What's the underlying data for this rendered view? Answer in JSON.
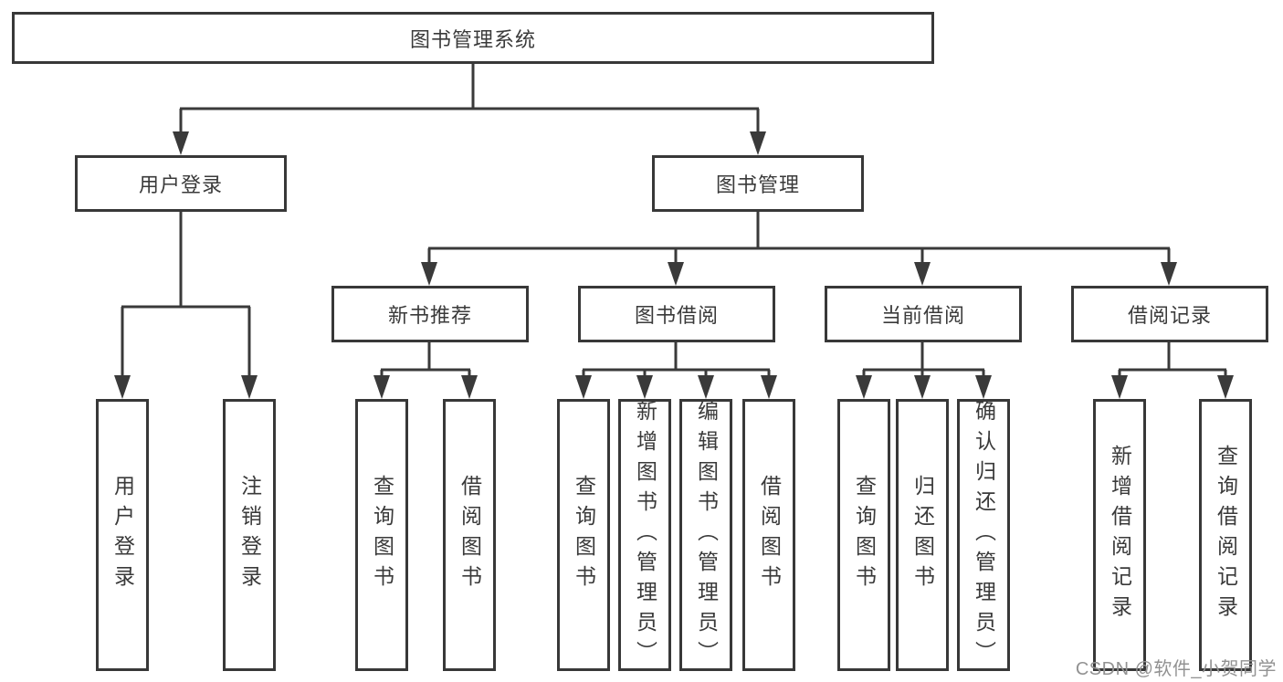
{
  "colors": {
    "line": "#3a3a3a",
    "box_border": "#383838",
    "text": "#3a3a3a",
    "background": "#ffffff",
    "watermark": "#929292"
  },
  "watermark": {
    "text": "CSDN @软件_小贺同学"
  },
  "tree": {
    "root": {
      "label": "图书管理系统"
    },
    "level1": [
      {
        "label": "用户登录",
        "children": [
          {
            "label": "用户登录"
          },
          {
            "label": "注销登录"
          }
        ]
      },
      {
        "label": "图书管理",
        "children": [
          {
            "label": "新书推荐",
            "children": [
              {
                "label": "查询图书"
              },
              {
                "label": "借阅图书"
              }
            ]
          },
          {
            "label": "图书借阅",
            "children": [
              {
                "label": "查询图书"
              },
              {
                "label": "新增图书（管理员）"
              },
              {
                "label": "编辑图书（管理员）"
              },
              {
                "label": "借阅图书"
              }
            ]
          },
          {
            "label": "当前借阅",
            "children": [
              {
                "label": "查询图书"
              },
              {
                "label": "归还图书"
              },
              {
                "label": "确认归还（管理员）"
              }
            ]
          },
          {
            "label": "借阅记录",
            "children": [
              {
                "label": "新增借阅记录"
              },
              {
                "label": "查询借阅记录"
              }
            ]
          }
        ]
      }
    ]
  }
}
